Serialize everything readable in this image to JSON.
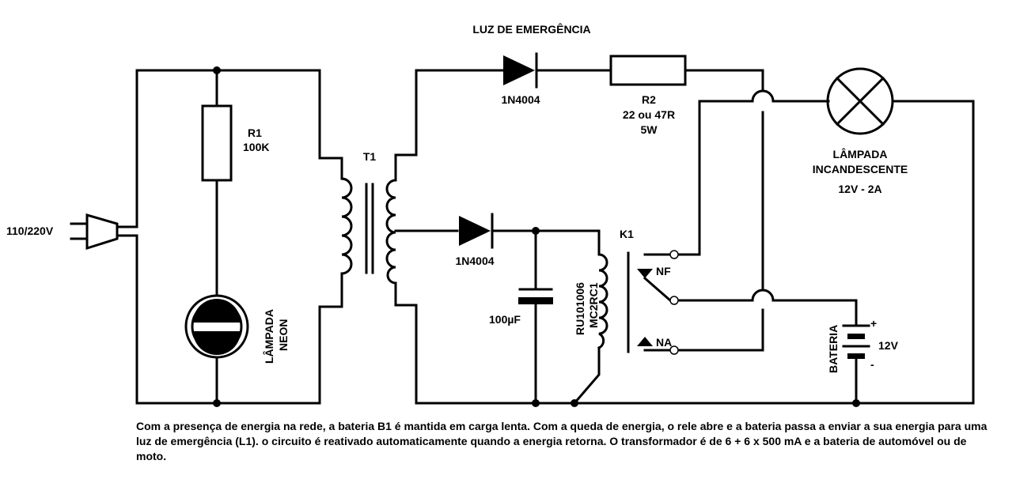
{
  "title": "LUZ DE EMERGÊNCIA",
  "labels": {
    "mains": "110/220V",
    "r1_name": "R1",
    "r1_value": "100K",
    "neon_line1": "LÂMPADA",
    "neon_line2": "NEON",
    "t1": "T1",
    "d1": "1N4004",
    "d2": "1N4004",
    "r2_name": "R2",
    "r2_value": "22 ou 47R",
    "r2_power": "5W",
    "lamp_line1": "LÂMPADA",
    "lamp_line2": "INCANDESCENTE",
    "lamp_line3": "12V - 2A",
    "k1": "K1",
    "relay_line1": "RU101006",
    "relay_line2": "MC2RC1",
    "nf": "NF",
    "na": "NA",
    "capacitor": "100µF",
    "battery_label": "BATERIA",
    "battery_value": "12V",
    "plus": "+",
    "minus": "-"
  },
  "description": "Com a presença de energia na rede, a bateria B1 é mantida em carga lenta. Com a queda de energia, o rele abre e a bateria passa a enviar a sua energia para uma luz de emergência (L1). o circuito é reativado automaticamente quando a energia retorna. O transformador é de 6 + 6 x 500 mA e a bateria de automóvel ou de moto."
}
